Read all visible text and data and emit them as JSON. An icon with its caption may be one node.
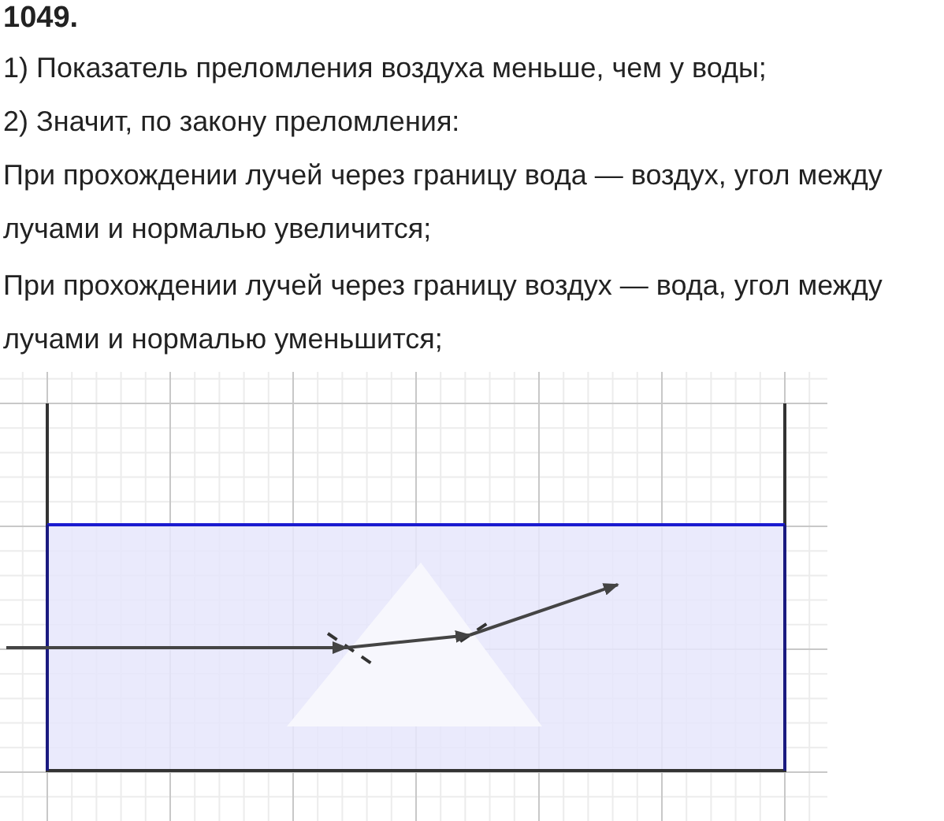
{
  "diagram": {
    "title": "1049.",
    "labels": [
      "1) Показатель преломления воздуха меньше, чем у воды;",
      "2) Значит, по закону преломления:",
      "При прохождении лучей через границу вода — воздух, угол между лучами и нормалью увеличится;",
      "При прохождении лучей через границу воздух — вода, угол между лучами и нормалью уменьшится;"
    ]
  }
}
